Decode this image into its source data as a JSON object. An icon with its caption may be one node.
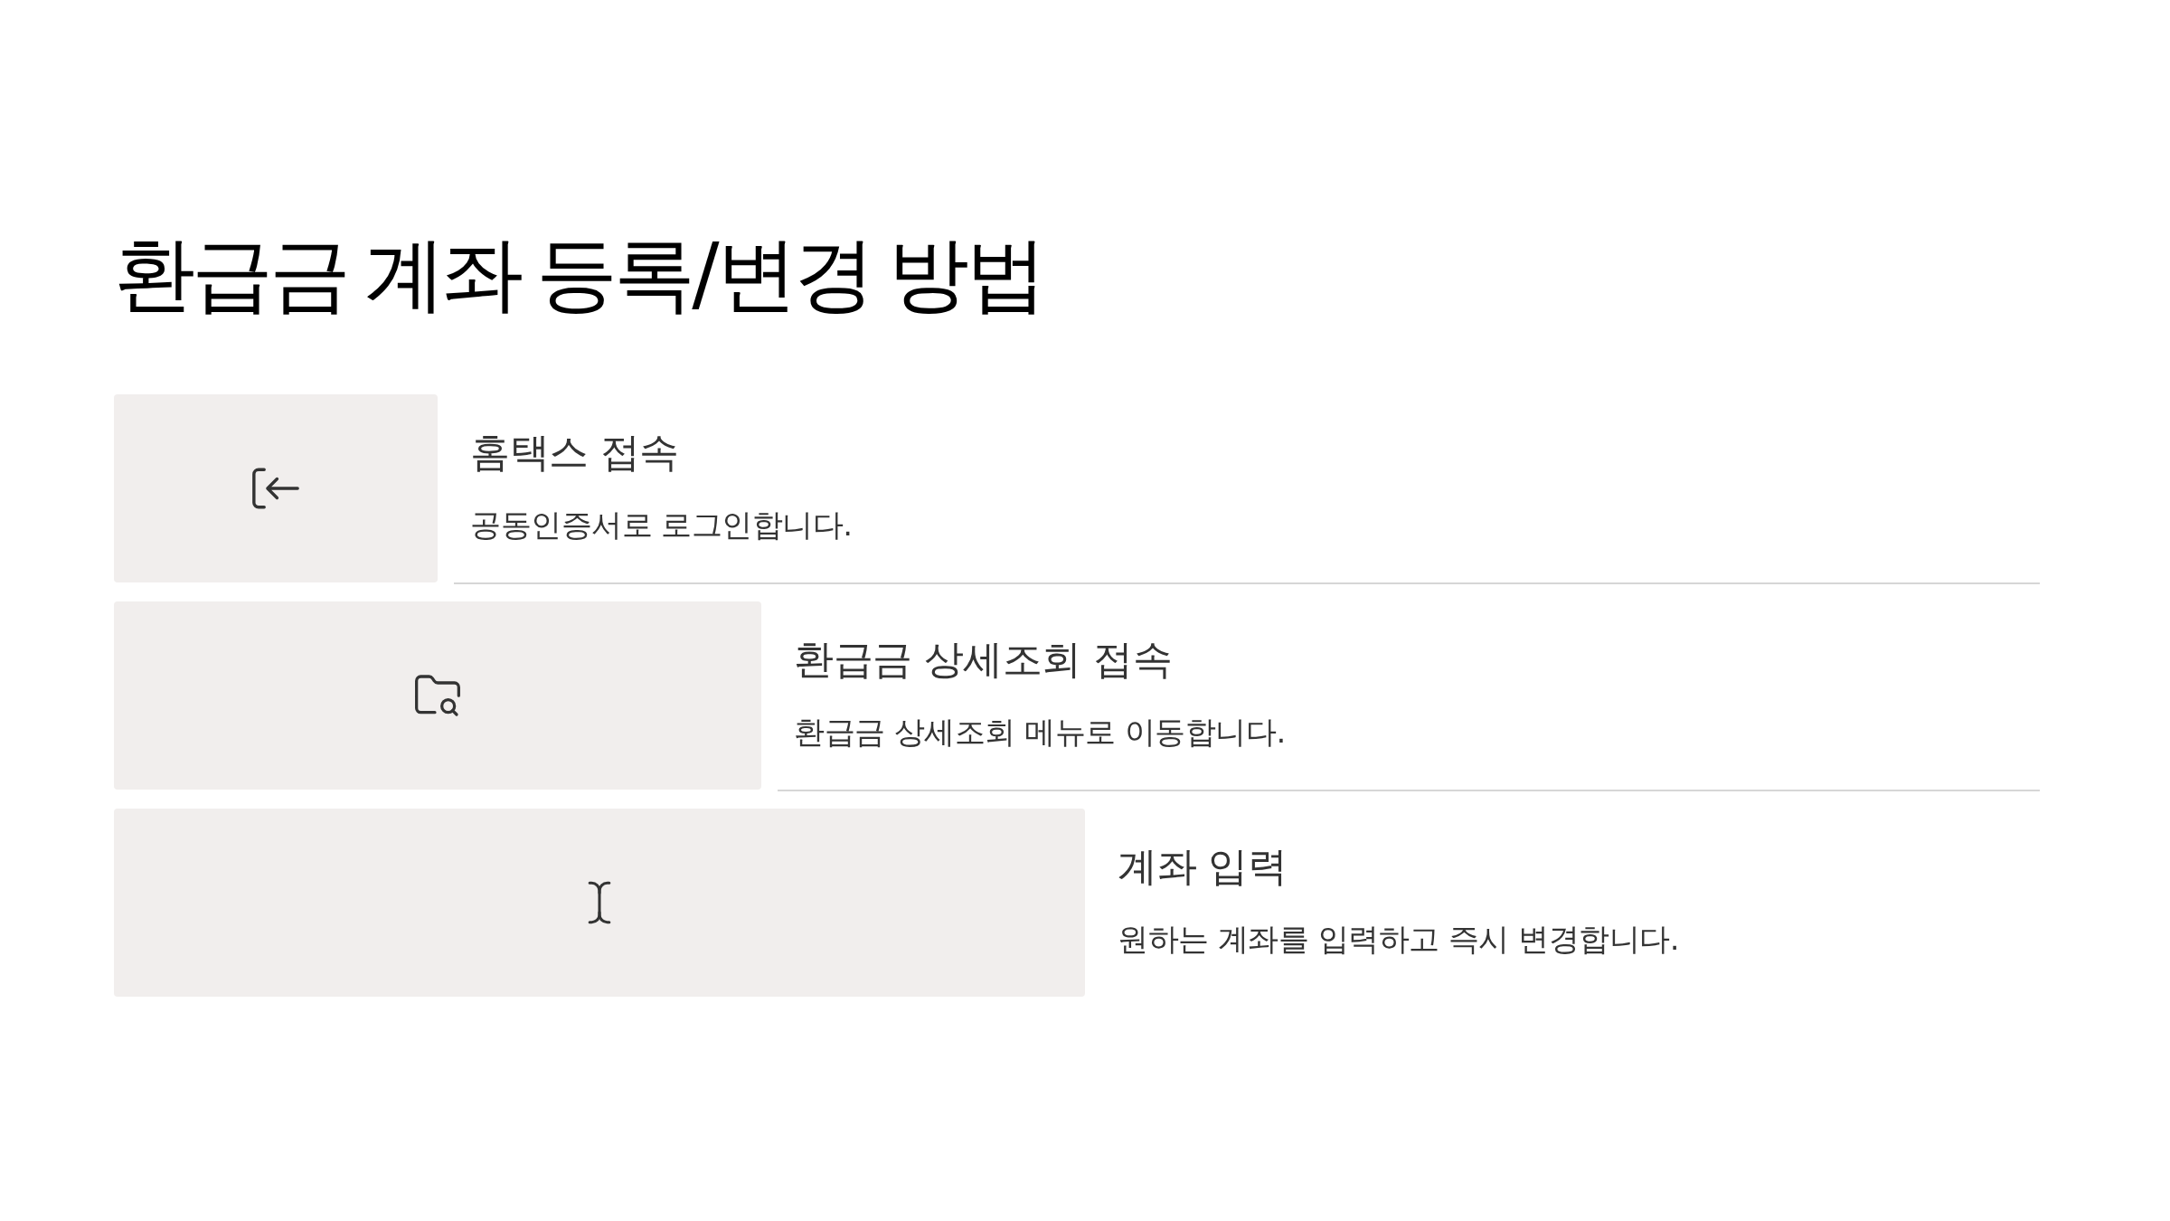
{
  "diagram": {
    "title": "환급금 계좌 등록/변경 방법",
    "nodes": [
      {
        "text": [
          "홈택스 접속",
          "공동인증서로 로그인합니다."
        ]
      },
      {
        "text": [
          "환급금 상세조회 접속",
          "환급금 상세조회 메뉴로 이동합니다."
        ]
      },
      {
        "text": [
          "계좌 입력",
          "원하는 계좌를 입력하고 즉시 변경합니다."
        ]
      }
    ]
  }
}
